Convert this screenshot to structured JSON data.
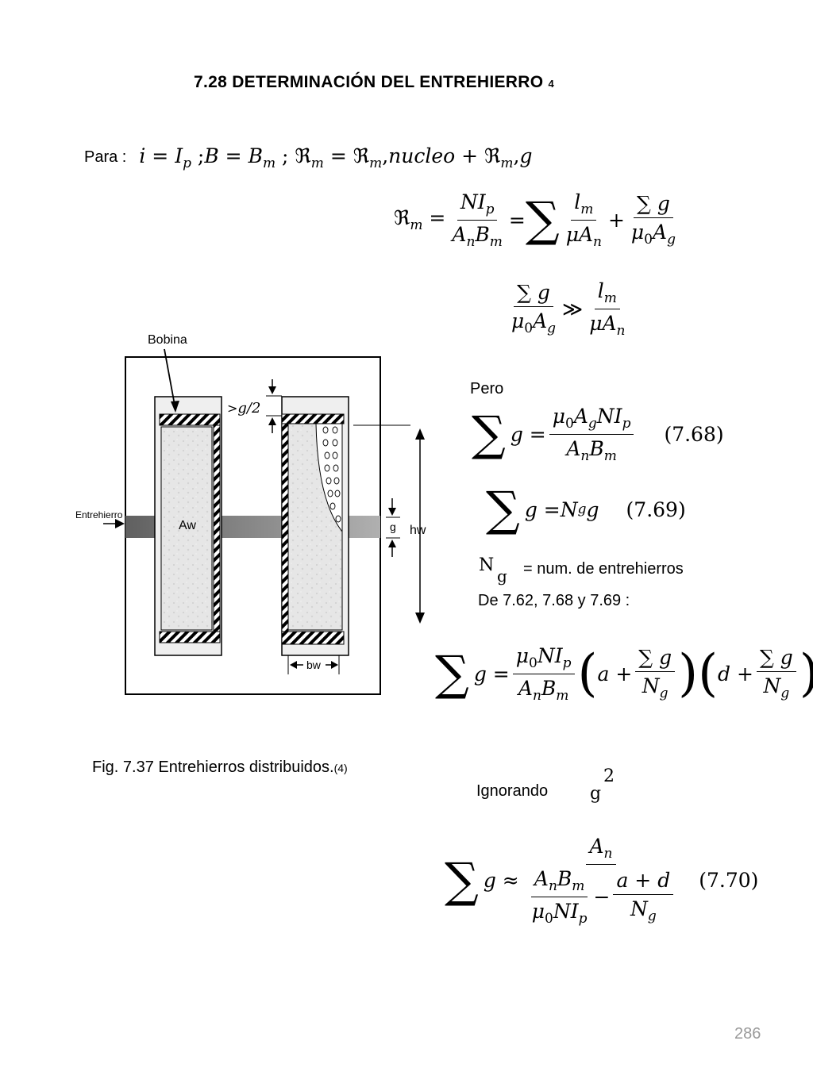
{
  "title": {
    "main": "7.28  DETERMINACIÓN    DEL   ENTREHIERRO",
    "ref": "4"
  },
  "para_label": "Para :",
  "pero_label": "Pero",
  "eq_num_768": "(7.68)",
  "eq_num_769": "(7.69)",
  "eq_num_770": "(7.70)",
  "ng_definition": "=  num. de entrehierros",
  "de_line": "De 7.62, 7.68 y 7.69 :",
  "ignorando_label": "Ignorando",
  "ignorando_exp": "2",
  "figure": {
    "caption": "Fig.  7.37 Entrehierros distribuidos.",
    "caption_ref": "(4)",
    "label_bobina": "Bobina",
    "label_entrehierro": "Entrehierro",
    "label_aw": "Aw",
    "label_g": "g",
    "label_hw": "hw",
    "label_bw": "bw",
    "label_g_half": "g/2"
  },
  "page_number": "286"
}
